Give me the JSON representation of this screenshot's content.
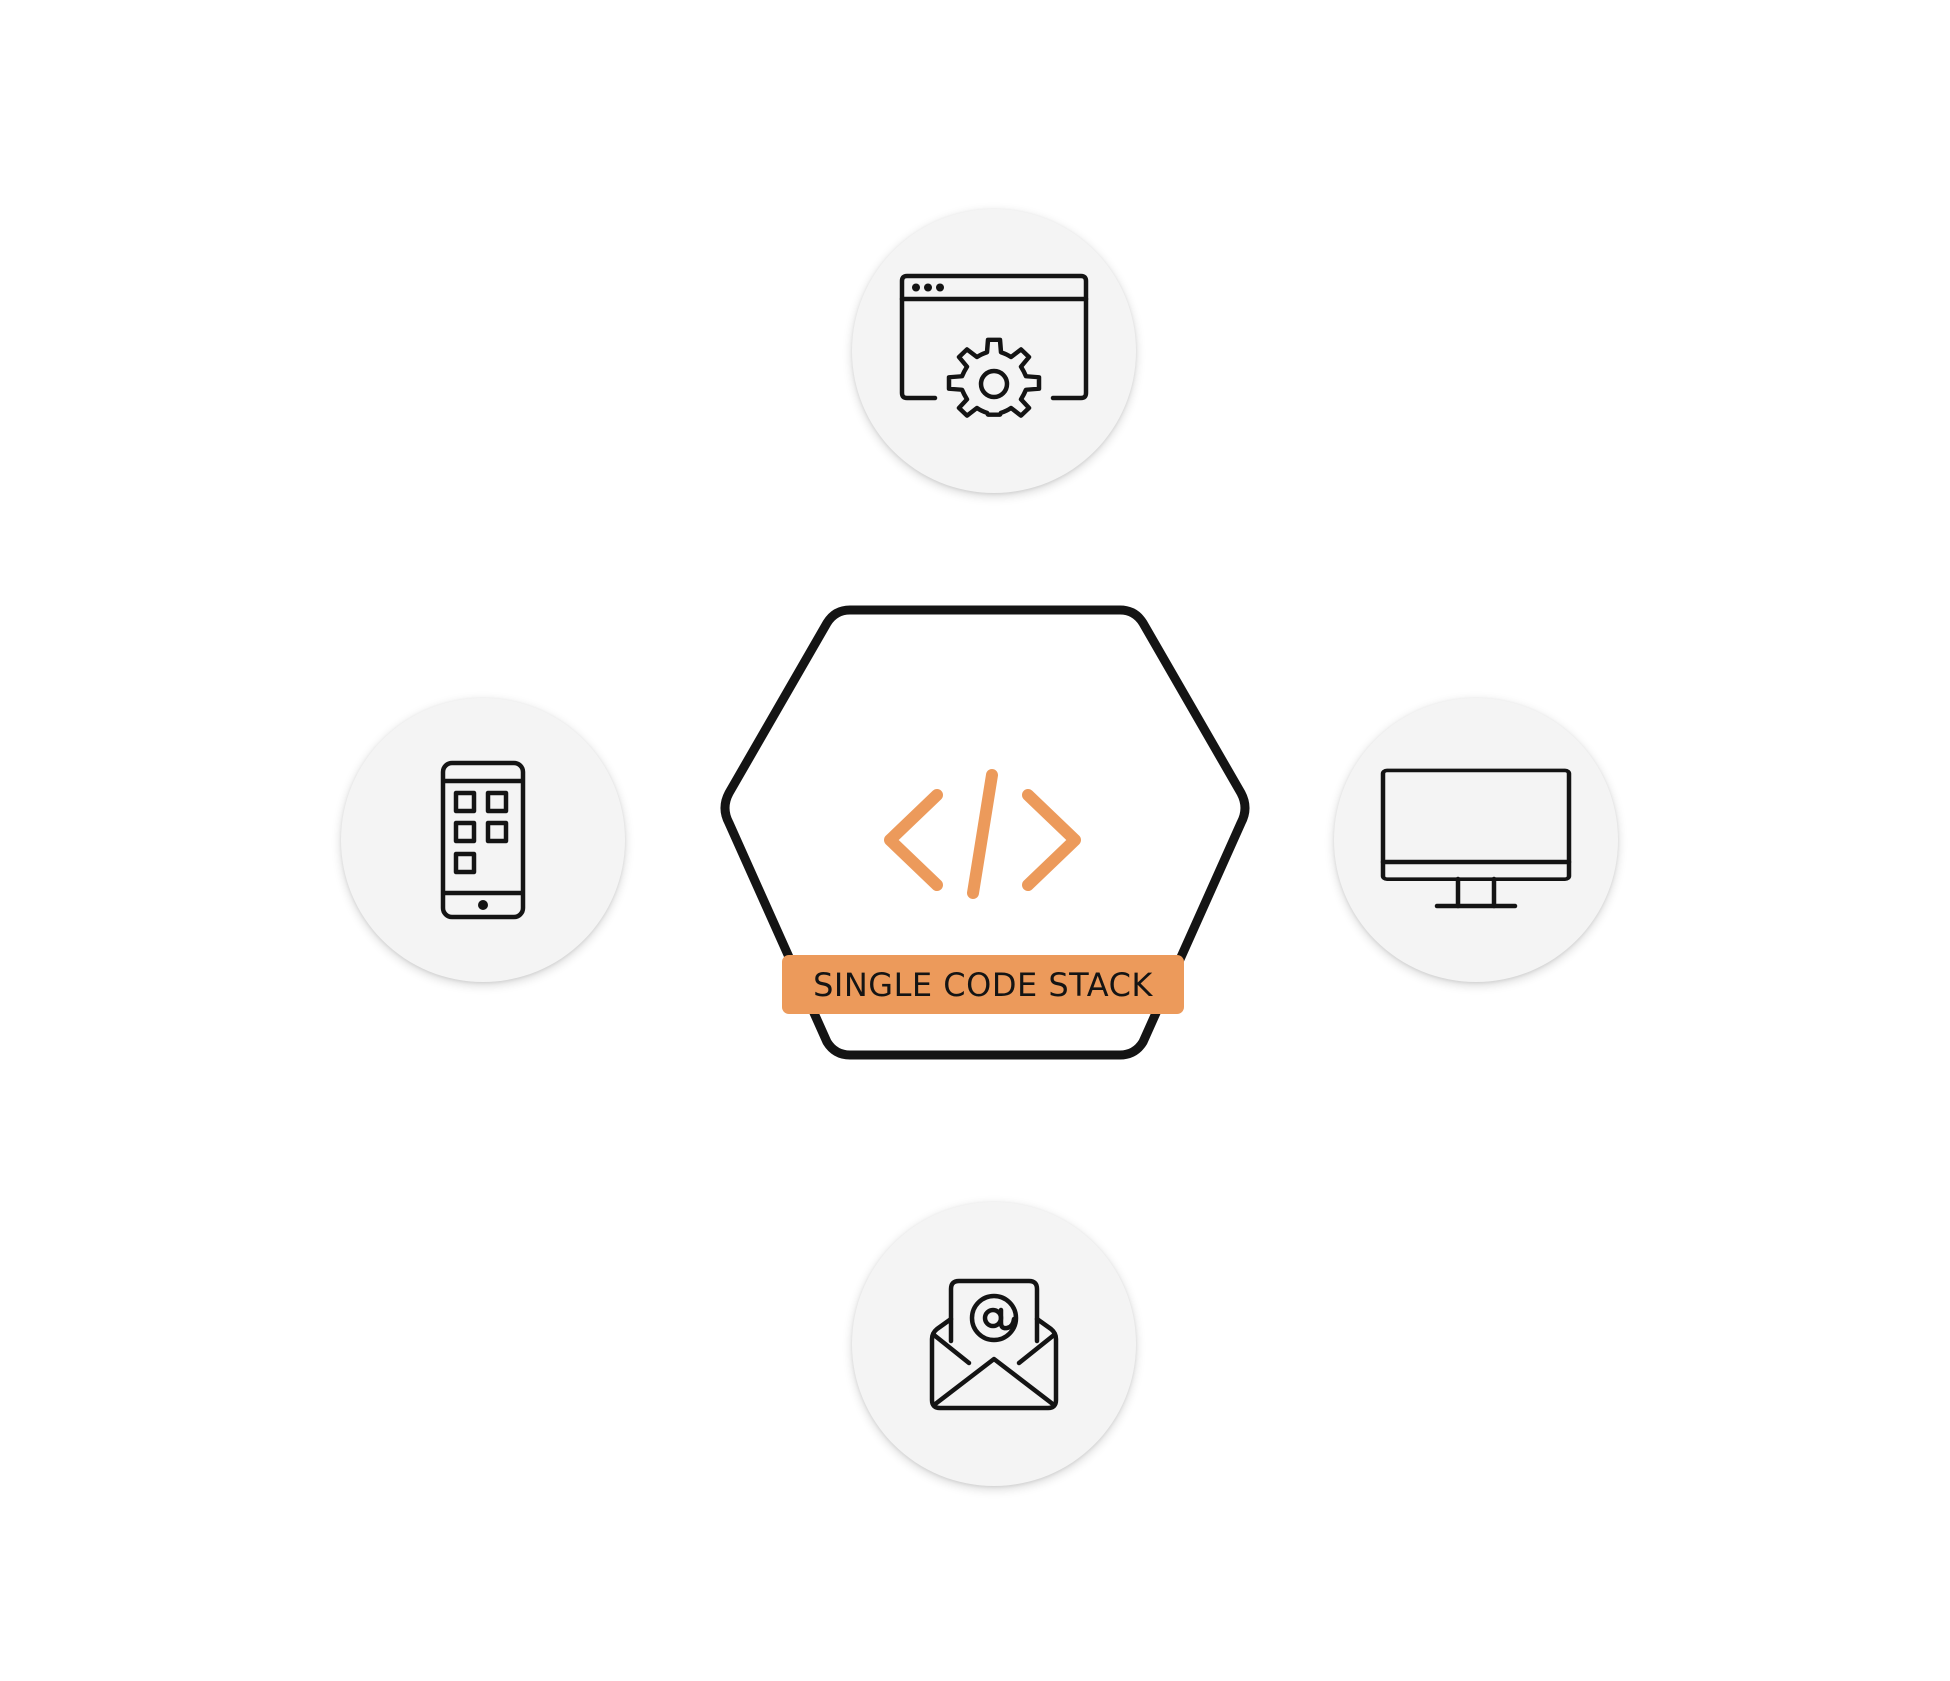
{
  "center": {
    "label": "SINGLE CODE STACK",
    "icon": "code-brackets-icon"
  },
  "platforms": [
    {
      "id": "top",
      "icon": "browser-gear-icon"
    },
    {
      "id": "left",
      "icon": "mobile-phone-icon"
    },
    {
      "id": "right",
      "icon": "desktop-monitor-icon"
    },
    {
      "id": "bottom",
      "icon": "email-envelope-icon"
    }
  ],
  "colors": {
    "accent": "#ec9a5b",
    "outline": "#141414",
    "circle_fill": "#f4f4f4",
    "background": "#ffffff"
  }
}
